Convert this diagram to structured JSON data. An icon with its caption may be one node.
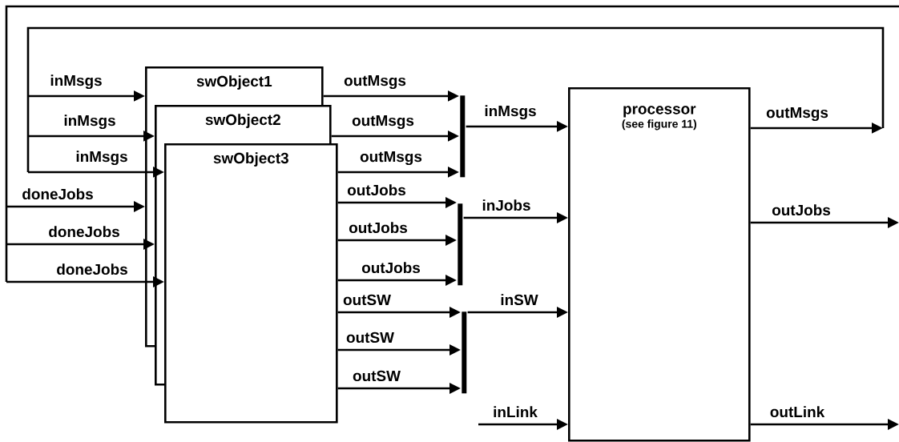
{
  "diagram": {
    "nodes": [
      {
        "text": [
          "swObject1"
        ]
      },
      {
        "text": [
          "swObject2"
        ]
      },
      {
        "text": [
          "swObject3"
        ]
      },
      {
        "text": [
          "processor",
          "(see figure 11)"
        ]
      },
      {
        "text": [],
        "shape": "bar"
      },
      {
        "text": [],
        "shape": "bar"
      },
      {
        "text": [],
        "shape": "bar"
      }
    ],
    "edges": [
      {
        "from": null,
        "to": 0,
        "arrow": "to",
        "label": "inMsgs"
      },
      {
        "from": null,
        "to": 1,
        "arrow": "to",
        "label": "inMsgs"
      },
      {
        "from": null,
        "to": 2,
        "arrow": "to",
        "label": "inMsgs"
      },
      {
        "from": null,
        "to": 0,
        "arrow": "to",
        "label": "doneJobs"
      },
      {
        "from": null,
        "to": 1,
        "arrow": "to",
        "label": "doneJobs"
      },
      {
        "from": null,
        "to": 2,
        "arrow": "to",
        "label": "doneJobs"
      },
      {
        "from": 0,
        "to": 4,
        "arrow": "to",
        "label": "outMsgs"
      },
      {
        "from": 1,
        "to": 4,
        "arrow": "to",
        "label": "outMsgs"
      },
      {
        "from": 2,
        "to": 4,
        "arrow": "to",
        "label": "outMsgs"
      },
      {
        "from": 2,
        "to": 5,
        "arrow": "to",
        "label": "outJobs"
      },
      {
        "from": 2,
        "to": 5,
        "arrow": "to",
        "label": "outJobs"
      },
      {
        "from": 2,
        "to": 5,
        "arrow": "to",
        "label": "outJobs"
      },
      {
        "from": 2,
        "to": 6,
        "arrow": "to",
        "label": "outSW"
      },
      {
        "from": 2,
        "to": 6,
        "arrow": "to",
        "label": "outSW"
      },
      {
        "from": 2,
        "to": 6,
        "arrow": "to",
        "label": "outSW"
      },
      {
        "from": 4,
        "to": 3,
        "arrow": "to",
        "label": "inMsgs"
      },
      {
        "from": 5,
        "to": 3,
        "arrow": "to",
        "label": "inJobs"
      },
      {
        "from": 6,
        "to": 3,
        "arrow": "to",
        "label": "inSW"
      },
      {
        "from": null,
        "to": 3,
        "arrow": "to",
        "label": "inLink"
      },
      {
        "from": 3,
        "to": null,
        "arrow": "to",
        "label": "outMsgs"
      },
      {
        "from": 3,
        "to": null,
        "arrow": "to",
        "label": "outJobs"
      },
      {
        "from": 3,
        "to": null,
        "arrow": "to",
        "label": "outLink"
      }
    ]
  }
}
